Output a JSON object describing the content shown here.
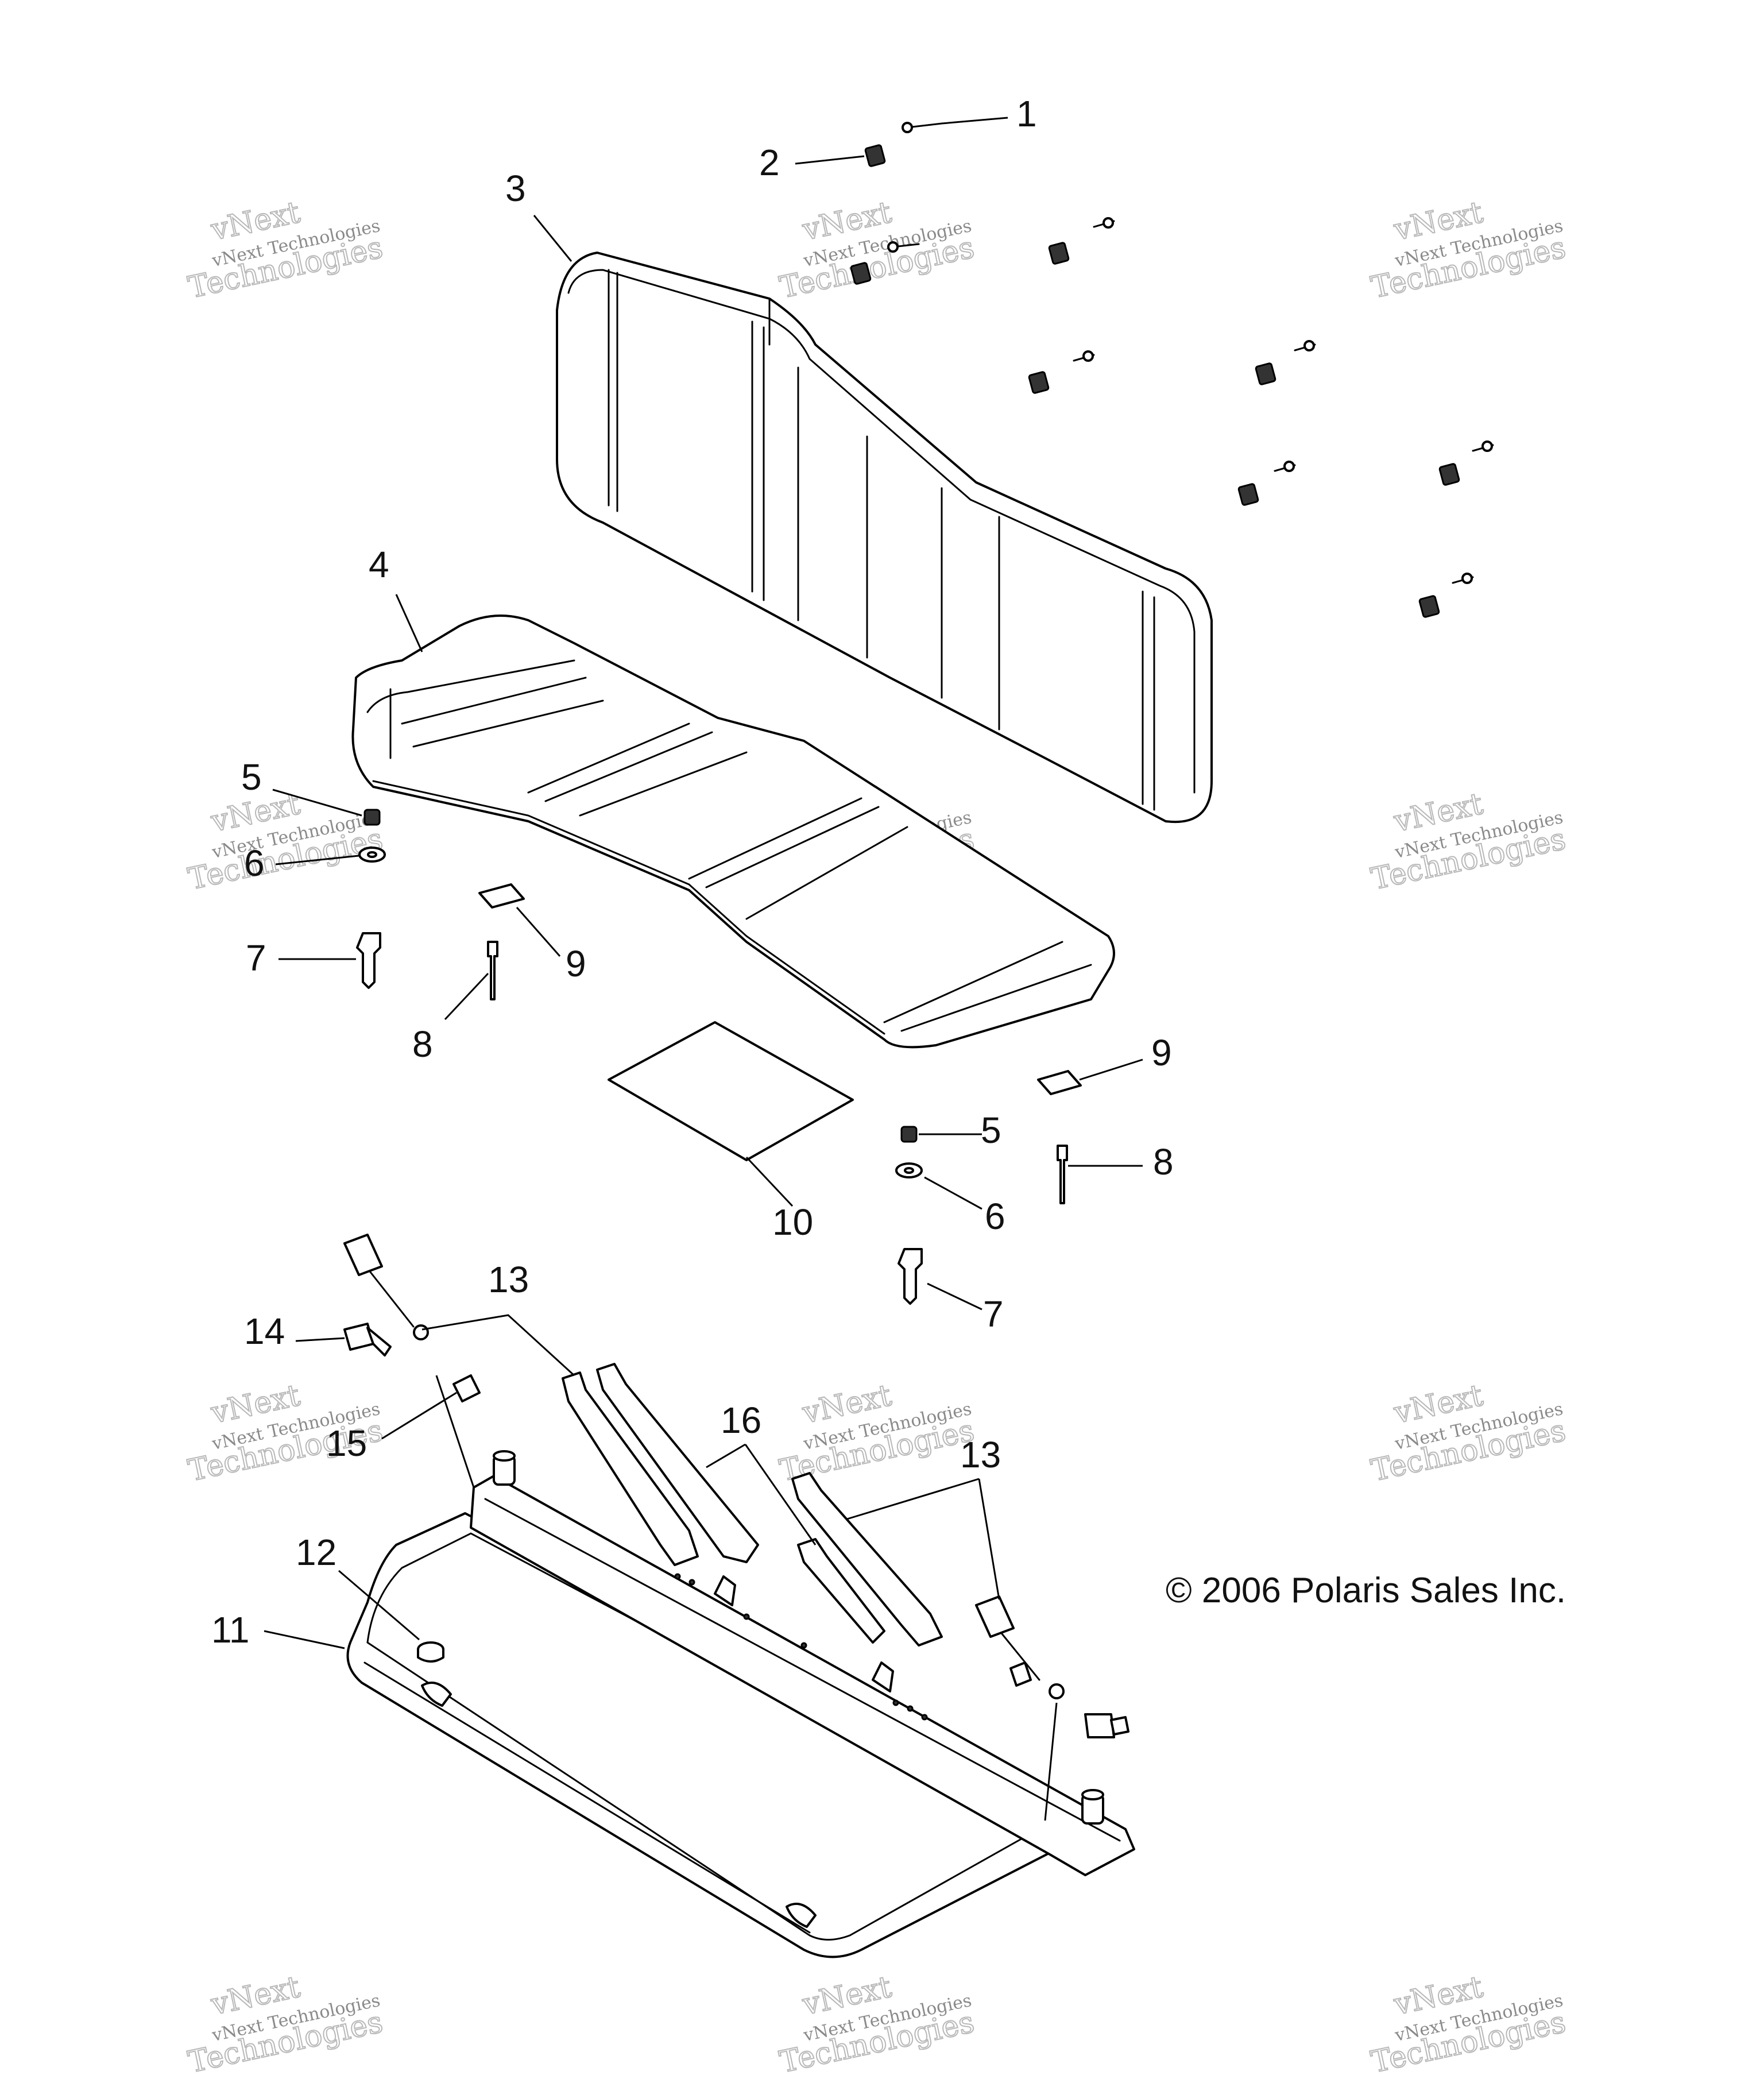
{
  "callouts": {
    "c1": "1",
    "c2": "2",
    "c3": "3",
    "c4": "4",
    "c5a": "5",
    "c5b": "5",
    "c6a": "6",
    "c6b": "6",
    "c7a": "7",
    "c7b": "7",
    "c8a": "8",
    "c8b": "8",
    "c9a": "9",
    "c9b": "9",
    "c10": "10",
    "c11": "11",
    "c12": "12",
    "c13a": "13",
    "c13b": "13",
    "c14": "14",
    "c15": "15",
    "c16": "16"
  },
  "copyright": "© 2006 Polaris Sales Inc.",
  "watermark": {
    "top": "vNext",
    "middle": "vNext Technologies",
    "bottom": "Technologies"
  }
}
